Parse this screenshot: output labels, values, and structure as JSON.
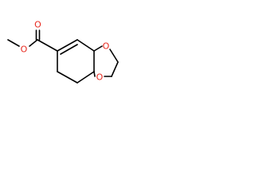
{
  "molecule": {
    "atoms": {
      "carbonyl_oxygen": {
        "label": "O",
        "color": "#e8281e"
      },
      "ester_oxygen": {
        "label": "O",
        "color": "#e8281e"
      },
      "ketal_oxygen_top": {
        "label": "O",
        "color": "#e8281e"
      },
      "ketal_oxygen_bottom": {
        "label": "O",
        "color": "#e8281e"
      }
    },
    "bond_color": "#000000",
    "background": "#ffffff"
  }
}
